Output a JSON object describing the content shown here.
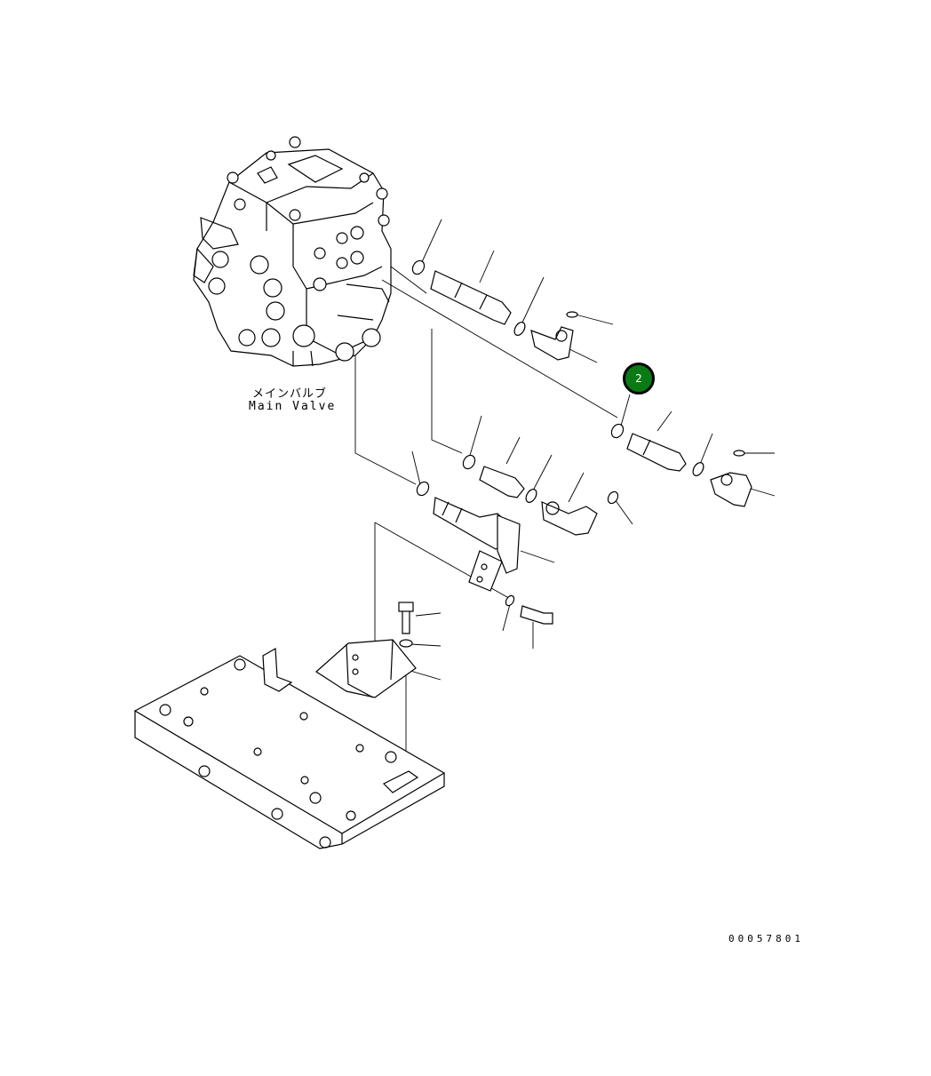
{
  "main_valve_label": {
    "japanese": "メインバルブ",
    "english": "Main Valve"
  },
  "callout": {
    "number": "2",
    "color": "#0a7a14"
  },
  "document_number": "00057801"
}
